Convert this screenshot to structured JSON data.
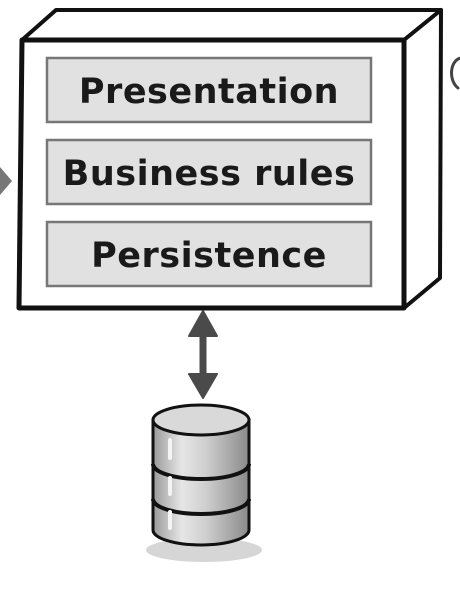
{
  "diagram": {
    "layers": [
      {
        "label": "Presentation"
      },
      {
        "label": "Business rules"
      },
      {
        "label": "Persistence"
      }
    ],
    "colors": {
      "background": "#ffffff",
      "stroke": "#111111",
      "layer_fill": "#e1e1e1",
      "connector": "#4a4a4a",
      "database_fill": "#cfcfcf",
      "database_shade": "#9a9a9a"
    },
    "connector": {
      "type": "double-arrow"
    },
    "icons": [
      "arrow-icon",
      "double-arrow-icon",
      "database-icon"
    ]
  }
}
